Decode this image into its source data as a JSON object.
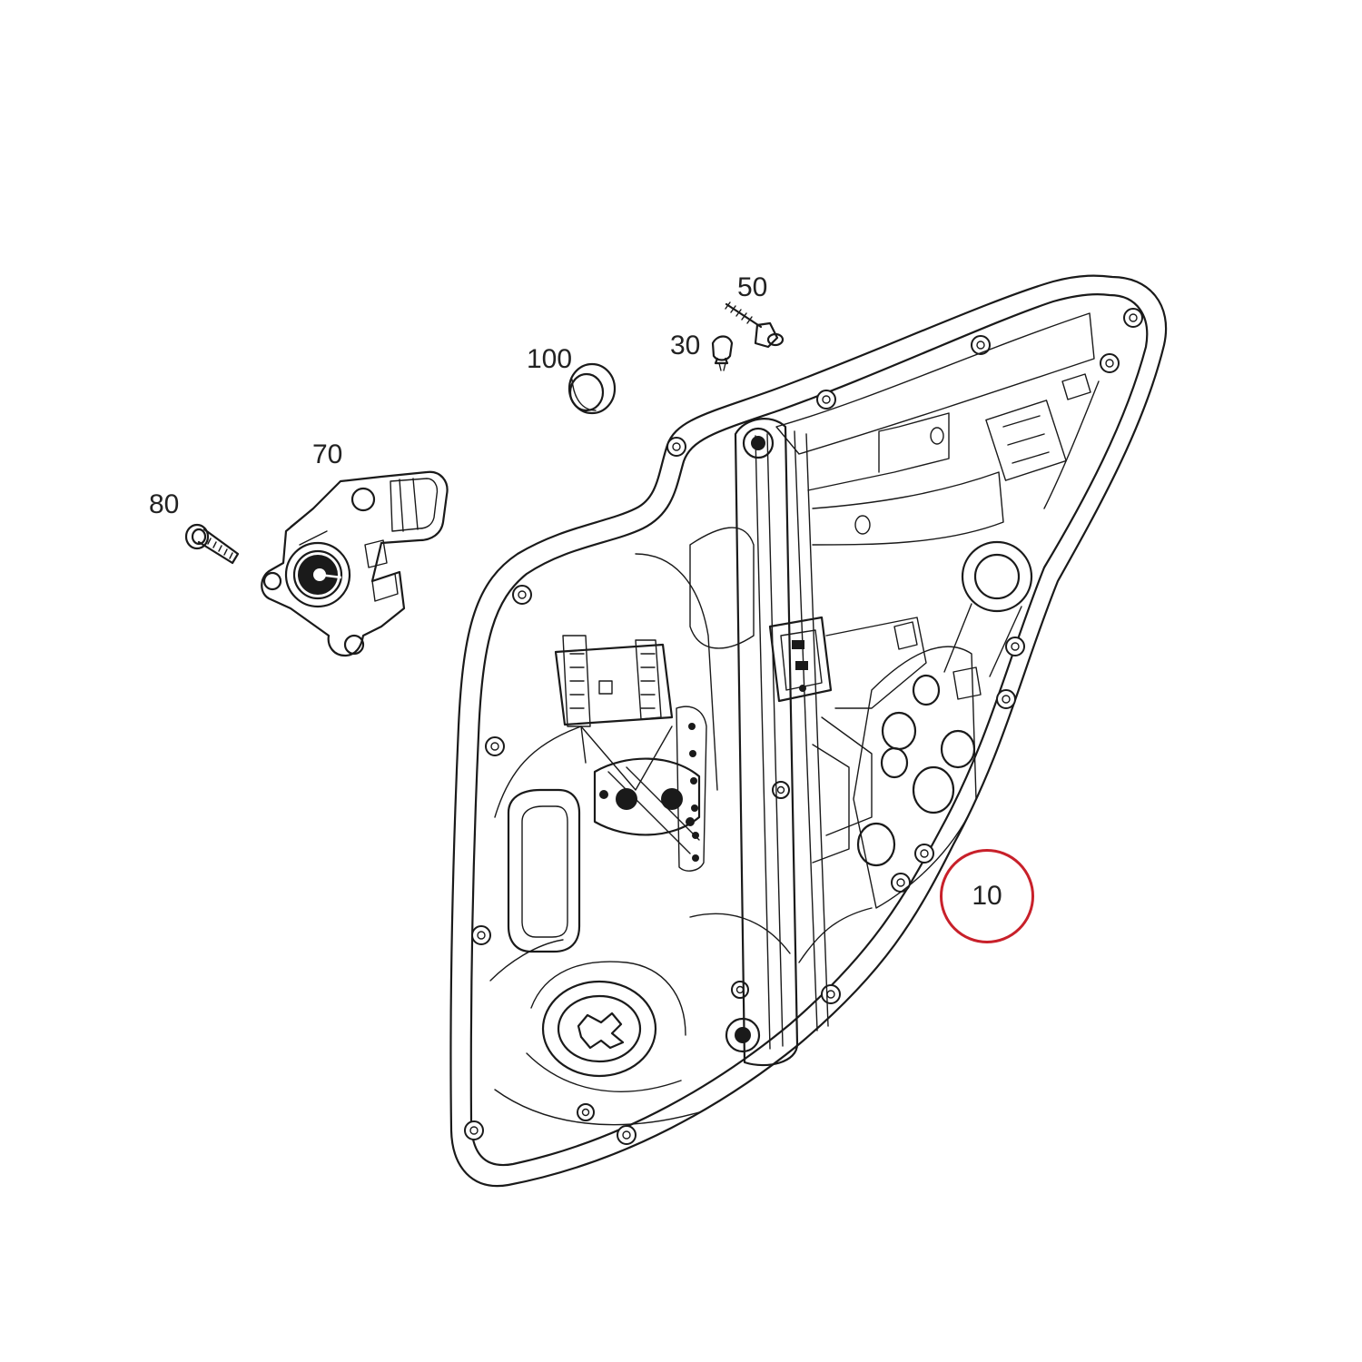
{
  "callouts": {
    "c10": "10",
    "c30": "30",
    "c50": "50",
    "c70": "70",
    "c80": "80",
    "c100": "100"
  },
  "colors": {
    "line": "#1a1a1a",
    "highlight_ring": "#c8202a",
    "background": "#ffffff"
  }
}
